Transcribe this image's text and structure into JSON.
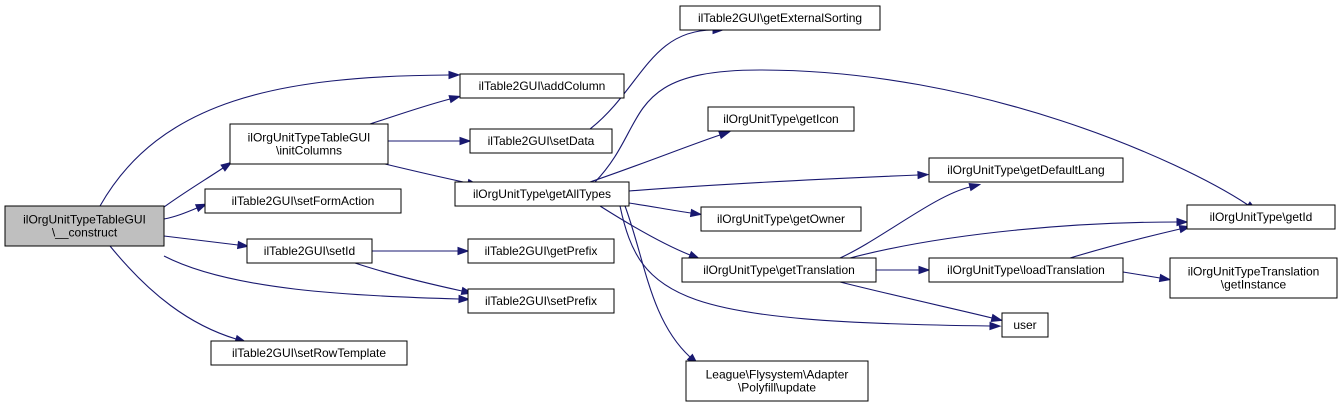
{
  "colors": {
    "edge": "#191970",
    "root_fill": "#bfbfbf",
    "node_fill": "#ffffff",
    "border": "#000000"
  },
  "nodes": {
    "construct": {
      "lines": [
        "ilOrgUnitTypeTableGUI",
        "\\__construct"
      ],
      "root": true
    },
    "initColumns": {
      "lines": [
        "ilOrgUnitTypeTableGUI",
        "\\initColumns"
      ]
    },
    "setFormAction": {
      "lines": [
        "ilTable2GUI\\setFormAction"
      ]
    },
    "setId": {
      "lines": [
        "ilTable2GUI\\setId"
      ]
    },
    "setRowTemplate": {
      "lines": [
        "ilTable2GUI\\setRowTemplate"
      ]
    },
    "addColumn": {
      "lines": [
        "ilTable2GUI\\addColumn"
      ]
    },
    "setData": {
      "lines": [
        "ilTable2GUI\\setData"
      ]
    },
    "getAllTypes": {
      "lines": [
        "ilOrgUnitType\\getAllTypes"
      ]
    },
    "getPrefix": {
      "lines": [
        "ilTable2GUI\\getPrefix"
      ]
    },
    "setPrefix": {
      "lines": [
        "ilTable2GUI\\setPrefix"
      ]
    },
    "getExternalSorting": {
      "lines": [
        "ilTable2GUI\\getExternalSorting"
      ]
    },
    "getIcon": {
      "lines": [
        "ilOrgUnitType\\getIcon"
      ]
    },
    "getOwner": {
      "lines": [
        "ilOrgUnitType\\getOwner"
      ]
    },
    "getTranslation": {
      "lines": [
        "ilOrgUnitType\\getTranslation"
      ]
    },
    "update": {
      "lines": [
        "League\\Flysystem\\Adapter",
        "\\Polyfill\\update"
      ]
    },
    "getDefaultLang": {
      "lines": [
        "ilOrgUnitType\\getDefaultLang"
      ]
    },
    "loadTranslation": {
      "lines": [
        "ilOrgUnitType\\loadTranslation"
      ]
    },
    "user": {
      "lines": [
        "user"
      ]
    },
    "getId": {
      "lines": [
        "ilOrgUnitType\\getId"
      ]
    },
    "getInstance": {
      "lines": [
        "ilOrgUnitTypeTranslation",
        "\\getInstance"
      ]
    }
  },
  "edges": [
    [
      "construct",
      "addColumn"
    ],
    [
      "construct",
      "initColumns"
    ],
    [
      "construct",
      "setFormAction"
    ],
    [
      "construct",
      "setId"
    ],
    [
      "construct",
      "setPrefix"
    ],
    [
      "construct",
      "setRowTemplate"
    ],
    [
      "initColumns",
      "addColumn"
    ],
    [
      "initColumns",
      "setData"
    ],
    [
      "initColumns",
      "getAllTypes"
    ],
    [
      "setId",
      "getPrefix"
    ],
    [
      "setId",
      "setPrefix"
    ],
    [
      "setData",
      "getExternalSorting"
    ],
    [
      "getAllTypes",
      "getIcon"
    ],
    [
      "getAllTypes",
      "getId"
    ],
    [
      "getAllTypes",
      "getDefaultLang"
    ],
    [
      "getAllTypes",
      "getOwner"
    ],
    [
      "getAllTypes",
      "getTranslation"
    ],
    [
      "getAllTypes",
      "user"
    ],
    [
      "getAllTypes",
      "update"
    ],
    [
      "getTranslation",
      "getDefaultLang"
    ],
    [
      "getTranslation",
      "getId"
    ],
    [
      "getTranslation",
      "loadTranslation"
    ],
    [
      "getTranslation",
      "user"
    ],
    [
      "loadTranslation",
      "getId"
    ],
    [
      "loadTranslation",
      "getInstance"
    ]
  ]
}
